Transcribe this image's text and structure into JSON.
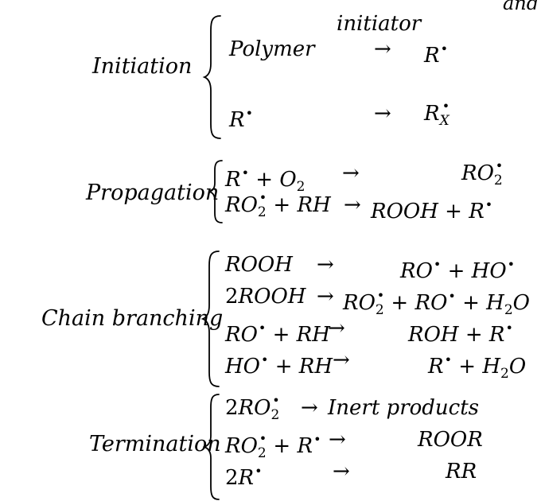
{
  "corner_text": "and",
  "sections": {
    "initiation": {
      "label": "Initiation",
      "over_arrow": "initiator",
      "rows": [
        {
          "left": "Polymer",
          "arrow": "→",
          "right": "R•"
        },
        {
          "left": "R•",
          "arrow": "→",
          "right": "R•X"
        }
      ]
    },
    "propagation": {
      "label": "Propagation",
      "rows": [
        {
          "left": "R• + O2",
          "arrow": "→",
          "right": "RO•2"
        },
        {
          "left": "RO•2 + RH",
          "arrow": "→",
          "right": "ROOH + R•"
        }
      ]
    },
    "chain_branching": {
      "label": "Chain branching",
      "rows": [
        {
          "left": "ROOH",
          "arrow": "→",
          "right": "RO• + HO•"
        },
        {
          "left": "2ROOH",
          "arrow": "→",
          "right": "RO•2 + RO• + H2O"
        },
        {
          "left": "RO• + RH",
          "arrow": "→",
          "right": "ROH + R•"
        },
        {
          "left": "HO• + RH",
          "arrow": "→",
          "right": "R• + H2O"
        }
      ]
    },
    "termination": {
      "label": "Termination",
      "rows": [
        {
          "left": "2RO•2",
          "arrow": "→",
          "right": "Inert products"
        },
        {
          "left": "RO•2 + R•",
          "arrow": "→",
          "right": "ROOR"
        },
        {
          "left": "2R•",
          "arrow": "→",
          "right": "RR"
        }
      ]
    }
  }
}
